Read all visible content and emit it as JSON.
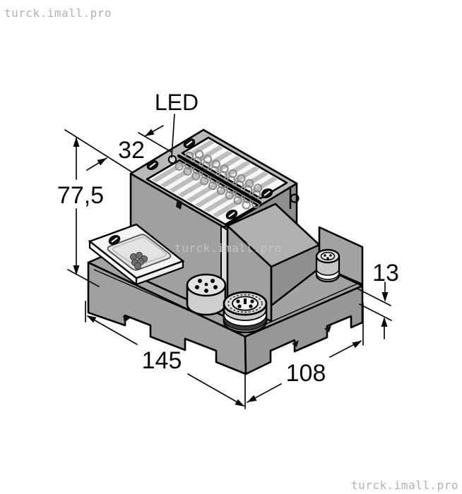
{
  "watermarks": {
    "top_left": "turck.imall.pro",
    "center": "turck.imall.pro",
    "bottom_right": "turck.imall.pro"
  },
  "annotations": {
    "led_label": "LED",
    "module_width": "32",
    "total_height": "77,5",
    "rail_step": "13",
    "length": "145",
    "depth": "108"
  },
  "colors": {
    "outline": "#000000",
    "body_gray": "#a3a3a3",
    "top_gray": "#b9b9b9",
    "dark_side_gray": "#8f8f8f",
    "window_white": "#f7f7f7",
    "watermark_gray": "#b2b2b2"
  }
}
